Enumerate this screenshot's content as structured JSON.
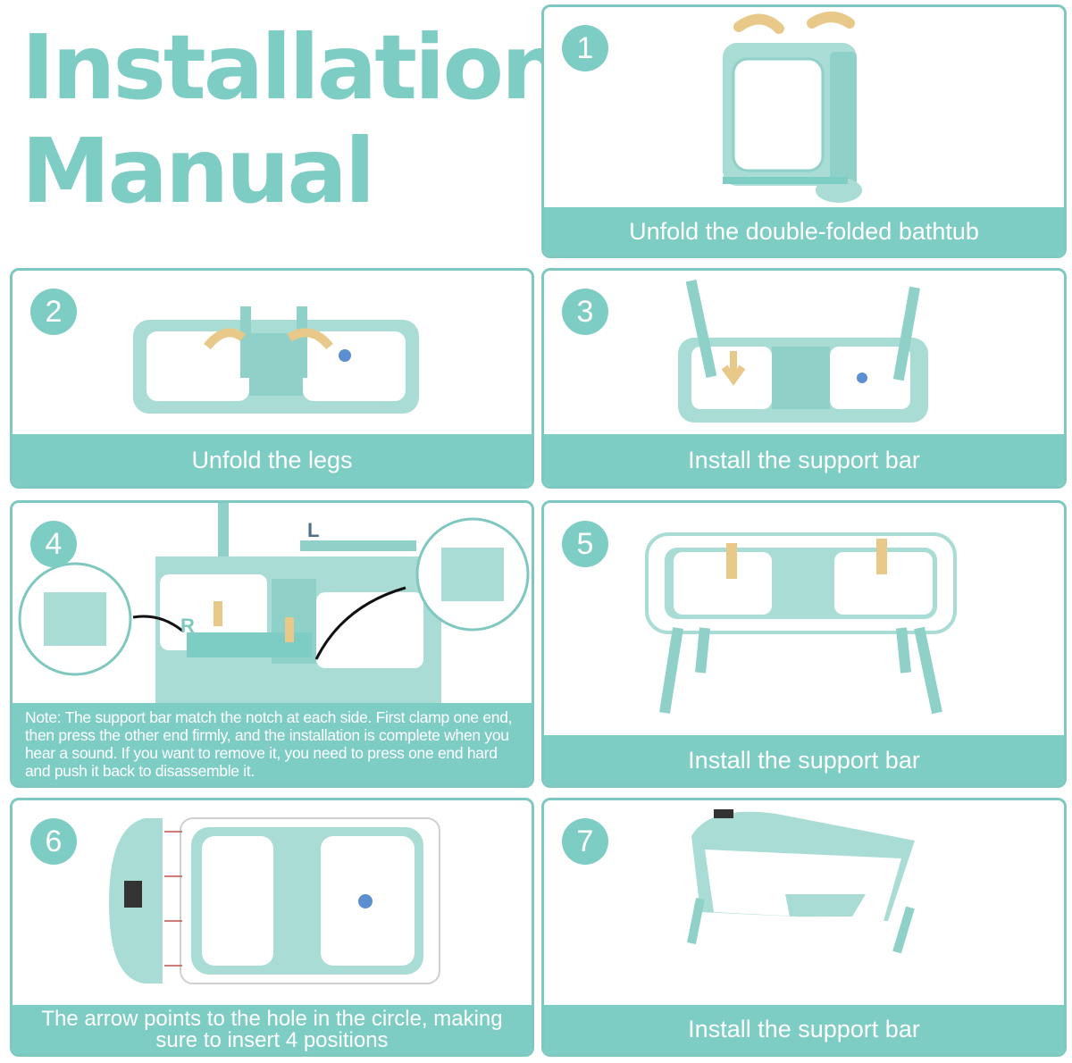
{
  "title": {
    "line1": "Installation",
    "line2": "Manual"
  },
  "steps": [
    {
      "number": "1",
      "caption": "Unfold the double-folded bathtub"
    },
    {
      "number": "2",
      "caption": "Unfold the legs"
    },
    {
      "number": "3",
      "caption": "Install the support bar"
    },
    {
      "number": "4",
      "note": "Note: The support bar match the notch at each side. First clamp one end, then press the other end firmly, and the installation is complete when you hear a sound. If you want to remove it, you need to press one end hard and push it back to disassemble it.",
      "label_left": "R",
      "label_right": "L"
    },
    {
      "number": "5",
      "caption": "Install the support bar"
    },
    {
      "number": "6",
      "caption": "The arrow points to the hole in the circle, making sure to insert 4 positions"
    },
    {
      "number": "7",
      "caption": "Install the support bar"
    }
  ],
  "colors": {
    "accent": "#7ecdc4",
    "accent_dark": "#5fb3a9",
    "tub": "#a9dcd5",
    "arrow": "#e8c98a"
  },
  "icons": [
    "folded-bathtub-illustration",
    "unfold-legs-illustration",
    "support-bar-illustration",
    "clamp-detail-illustration",
    "assembled-bathtub-illustration",
    "side-insert-illustration",
    "finished-bathtub-illustration"
  ]
}
